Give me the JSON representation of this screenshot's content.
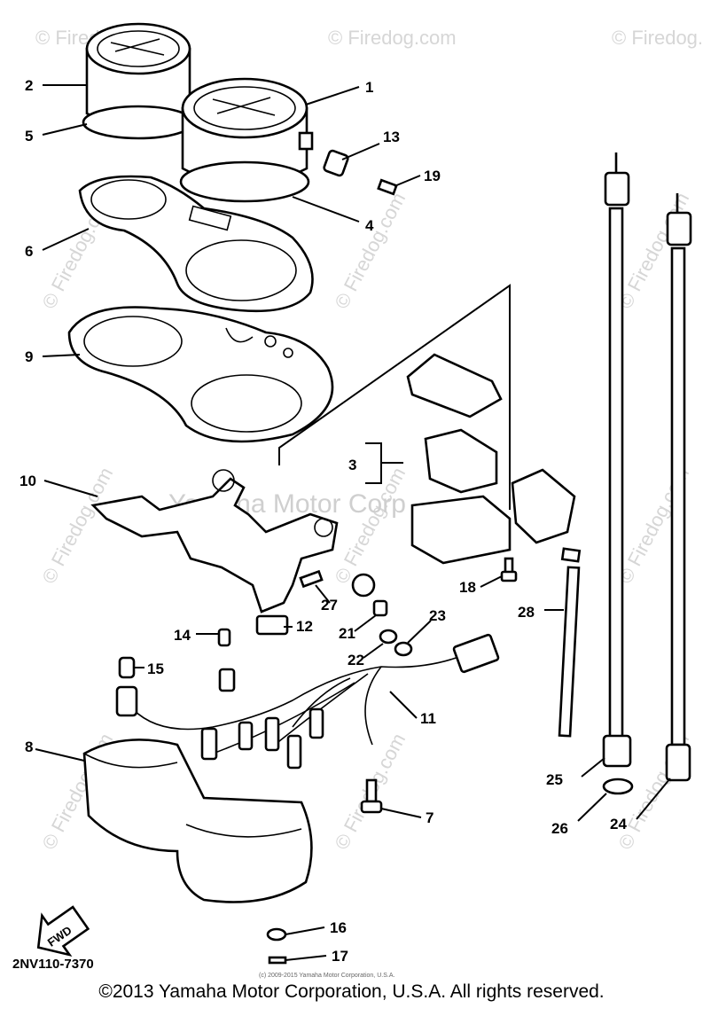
{
  "diagram": {
    "part_code": "2NV110-7370",
    "fwd_label": "FWD",
    "small_copyright": "(c) 2009-2015 Yamaha Motor Corporation, U.S.A.",
    "callouts": [
      "1",
      "2",
      "3",
      "4",
      "5",
      "6",
      "7",
      "8",
      "9",
      "10",
      "11",
      "12",
      "13",
      "14",
      "15",
      "16",
      "17",
      "18",
      "19",
      "21",
      "22",
      "23",
      "24",
      "25",
      "26",
      "27",
      "28"
    ]
  },
  "watermarks": {
    "site": "© Firedog.com",
    "brand": "Yamaha Motor Corp"
  },
  "footer": {
    "copyright": "©2013 Yamaha Motor Corporation, U.S.A. All rights reserved."
  }
}
